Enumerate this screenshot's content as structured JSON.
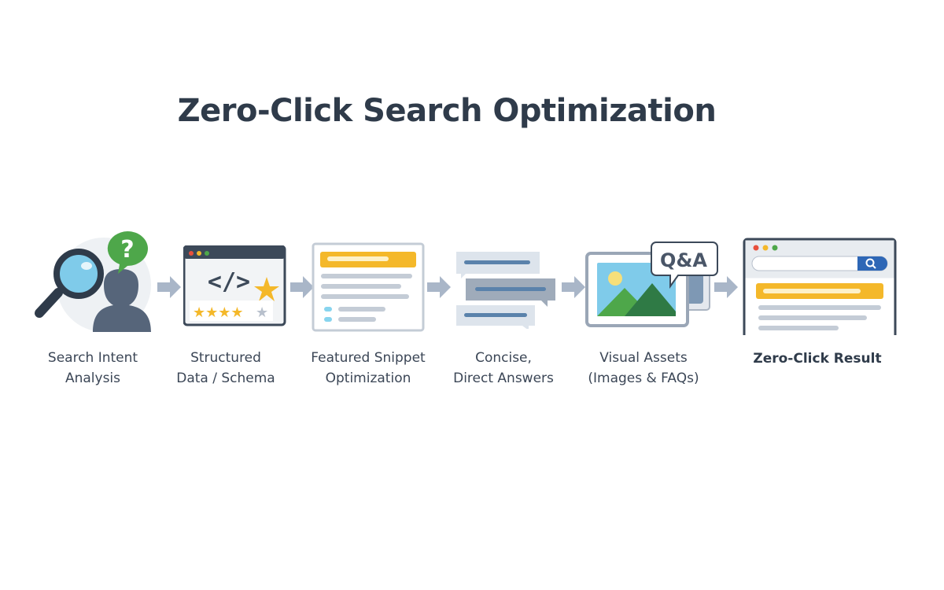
{
  "title": "Zero-Click Search Optimization",
  "steps": [
    {
      "line1": "Search Intent",
      "line2": "Analysis",
      "icon": "magnifier-person-question-icon"
    },
    {
      "line1": "Structured",
      "line2": "Data / Schema",
      "icon": "code-window-stars-icon"
    },
    {
      "line1": "Featured Snippet",
      "line2": "Optimization",
      "icon": "snippet-document-icon"
    },
    {
      "line1": "Concise,",
      "line2": "Direct Answers",
      "icon": "chat-bubbles-icon"
    },
    {
      "line1": "Visual Assets",
      "line2": "(Images & FAQs)",
      "icon": "image-qa-icon"
    },
    {
      "line1": "Zero-Click Result",
      "line2": "",
      "icon": "search-result-browser-icon"
    }
  ],
  "qa_text": "Q&A",
  "colors": {
    "accent": "#f4b82a",
    "dark": "#3c4959",
    "arrow": "#a9b6c8",
    "blue": "#2e67b6",
    "green": "#4ea74a"
  }
}
